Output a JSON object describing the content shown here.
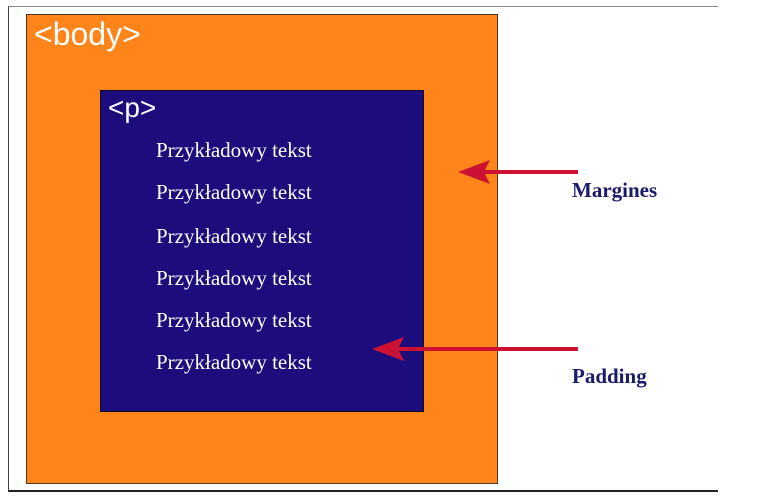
{
  "diagram": {
    "body_label": "<body>",
    "p_label": "<p>",
    "sample_lines": [
      "Przykładowy tekst",
      "Przykładowy tekst",
      "Przykładowy tekst",
      "Przykładowy tekst",
      "Przykładowy tekst",
      "Przykładowy tekst"
    ],
    "margin_label": "Margines",
    "padding_label": "Padding"
  },
  "colors": {
    "body_fill": "#ff8419",
    "p_fill": "#1c0c7c",
    "arrow": "#cc1133",
    "annotation_text": "#1a1a6a"
  }
}
